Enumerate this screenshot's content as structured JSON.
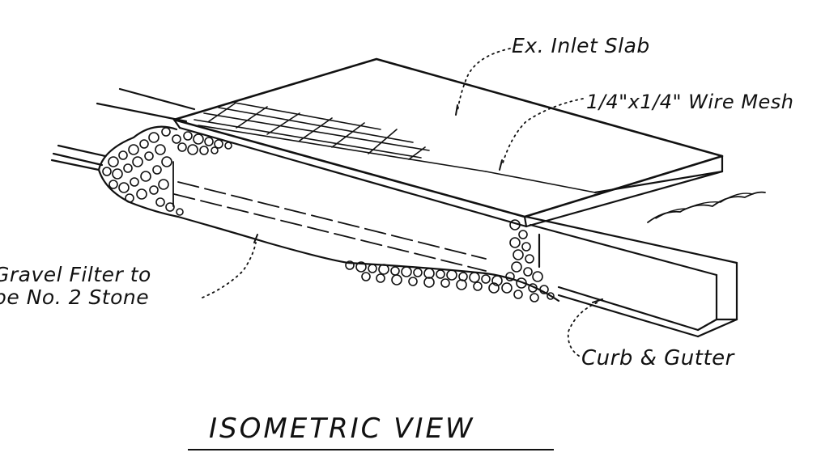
{
  "labels": {
    "slab": "Ex. Inlet Slab",
    "mesh": "1/4\"x1/4\" Wire Mesh",
    "gravel_line1": "Gravel Filter to",
    "gravel_line2": "be No. 2 Stone",
    "curb": "Curb & Gutter"
  },
  "title": "ISOMETRIC VIEW",
  "colors": {
    "ink": "#111111",
    "paper": "#ffffff"
  }
}
